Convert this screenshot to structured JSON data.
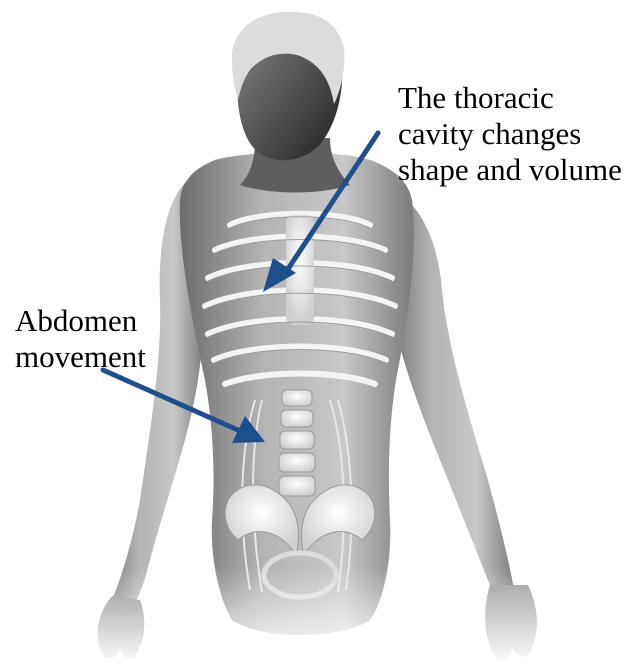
{
  "labels": {
    "thoracic": {
      "lines": [
        "The thoracic",
        "cavity changes",
        "shape and volume"
      ]
    },
    "abdomen": {
      "lines": [
        "Abdomen",
        "movement"
      ]
    }
  },
  "colors": {
    "arrow": "#1f4e8c",
    "text": "#000000",
    "skin": "#a9a9a9",
    "skin_dark": "#3a3a3a",
    "bone": "#f2f2f2"
  }
}
